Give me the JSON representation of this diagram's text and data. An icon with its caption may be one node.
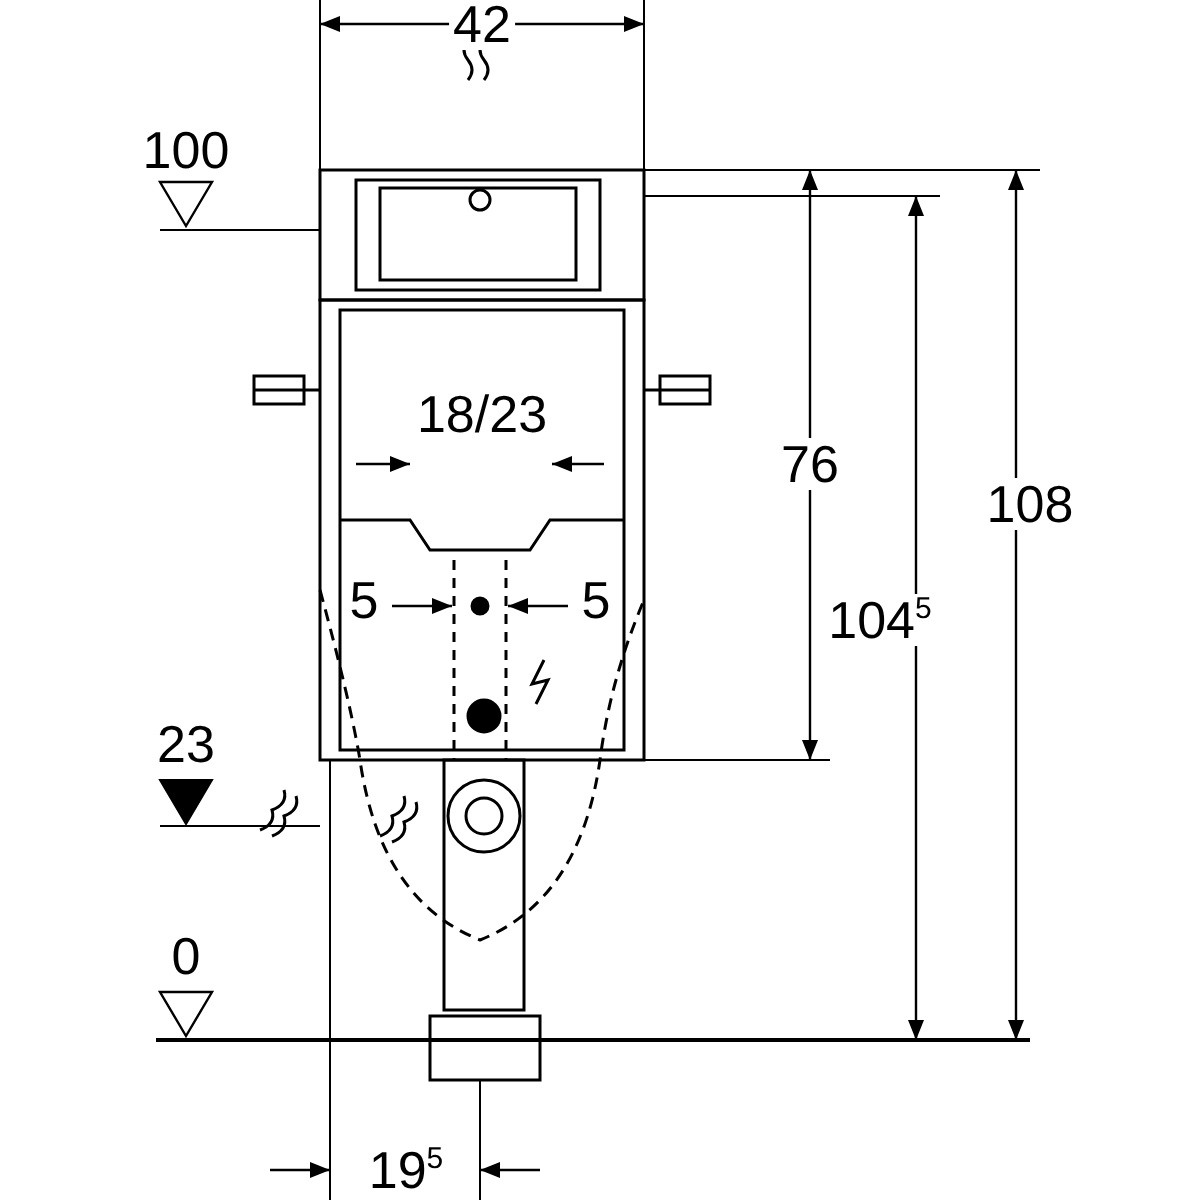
{
  "diagram": {
    "labels": [
      "42",
      "100",
      "18/23",
      "76",
      "108",
      "5",
      "5",
      "104$^{5}$",
      "23",
      "0",
      "19$^{5}$"
    ]
  }
}
